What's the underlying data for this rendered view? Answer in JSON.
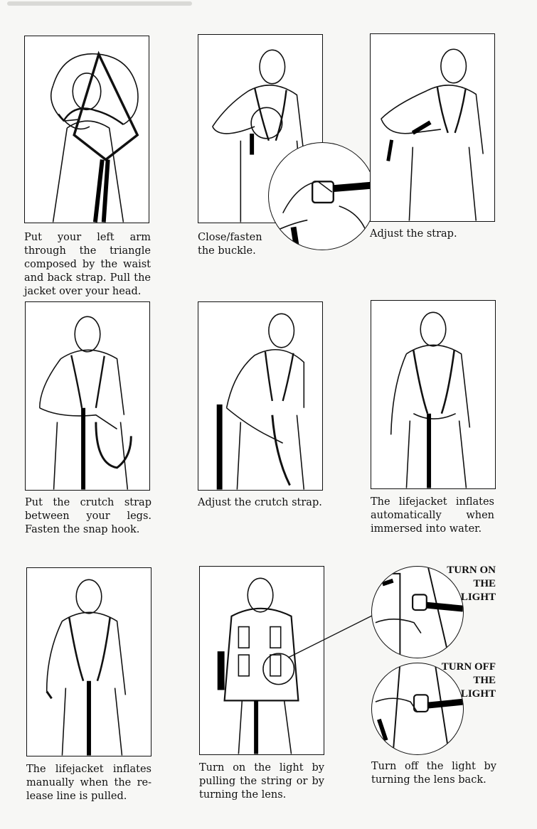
{
  "header": {
    "text": ""
  },
  "steps": [
    {
      "caption": "Put your left arm through the triangle composed by the waist and back strap. Pull the jacket over your head."
    },
    {
      "caption": "Close/fasten the buckle."
    },
    {
      "caption": "Adjust the strap."
    },
    {
      "caption": "Put the crutch strap between your legs. Fasten the snap hook."
    },
    {
      "caption": "Adjust the crutch strap."
    },
    {
      "caption": "The lifejacket inflates automatically when immersed into water."
    },
    {
      "caption": "The lifejacket inflates manually when the re-lease line is pulled."
    },
    {
      "caption": "Turn on the light by pulling the string or by turning the lens."
    },
    {
      "caption": "Turn off the light by turning the lens back."
    }
  ],
  "insets": {
    "turn_on_label": "TURN ON THE LIGHT",
    "turn_off_label": "TURN OFF THE LIGHT"
  }
}
